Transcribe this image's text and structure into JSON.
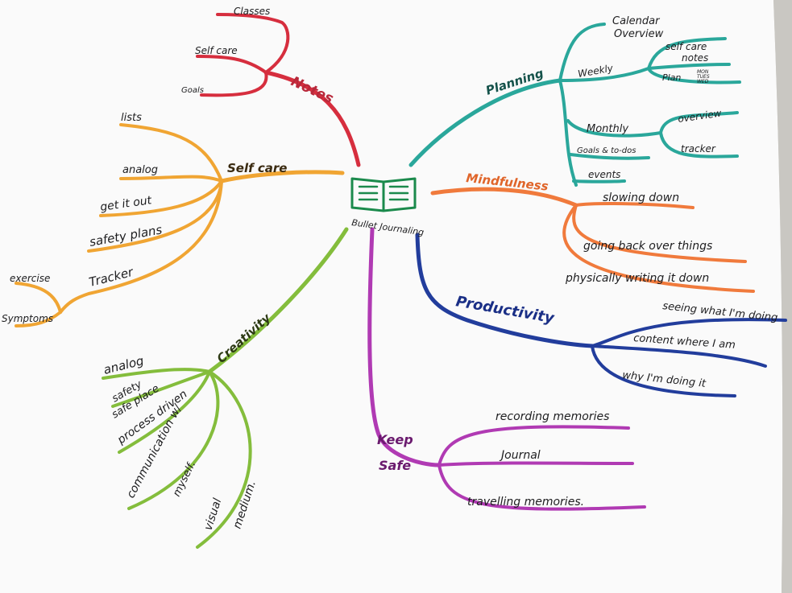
{
  "colors": {
    "notes": "#d62e3e",
    "self_care": "#f0a533",
    "creativity": "#84bd3c",
    "keep_safe": "#b03ab3",
    "planning": "#2aa79b",
    "mindfulness": "#f07a3c",
    "productivity": "#223d9c",
    "center": "#1b8a4c",
    "paper": "#fafafa",
    "ink": "#1d1d1f"
  },
  "center": {
    "label": "Bullet Journaling",
    "icon": "open-book-icon"
  },
  "notes": {
    "title": "Notes",
    "items": [
      "Classes",
      "Self care",
      "Goals"
    ]
  },
  "self_care": {
    "title": "Self care",
    "items": [
      "lists",
      "analog",
      "get it out",
      "safety plans",
      "Tracker"
    ],
    "tracker_items": [
      "exercise",
      "Symptoms"
    ]
  },
  "creativity": {
    "title": "Creativity",
    "items": [
      "analog",
      "safety",
      "safe place",
      "process driven",
      "communication w/",
      "myself.",
      "visual",
      "medium."
    ]
  },
  "keep_safe": {
    "title_line1": "Keep",
    "title_line2": "Safe",
    "items": [
      "recording memories",
      "Journal",
      "travelling memories."
    ]
  },
  "planning": {
    "title": "Planning",
    "calendar_line1": "Calendar",
    "calendar_line2": "Overview",
    "weekly": "Weekly",
    "weekly_items": [
      "self care",
      "notes",
      "Plan"
    ],
    "plan_days": [
      "MON",
      "TUES",
      "WED"
    ],
    "monthly": "Monthly",
    "monthly_items": [
      "overview",
      "tracker"
    ],
    "goals": "Goals & to-dos",
    "events": "events"
  },
  "mindfulness": {
    "title": "Mindfulness",
    "items": [
      "slowing down",
      "going back over things",
      "physically writing it down"
    ]
  },
  "productivity": {
    "title": "Productivity",
    "items": [
      "seeing what I'm doing",
      "content where I am",
      "why I'm doing it"
    ]
  }
}
